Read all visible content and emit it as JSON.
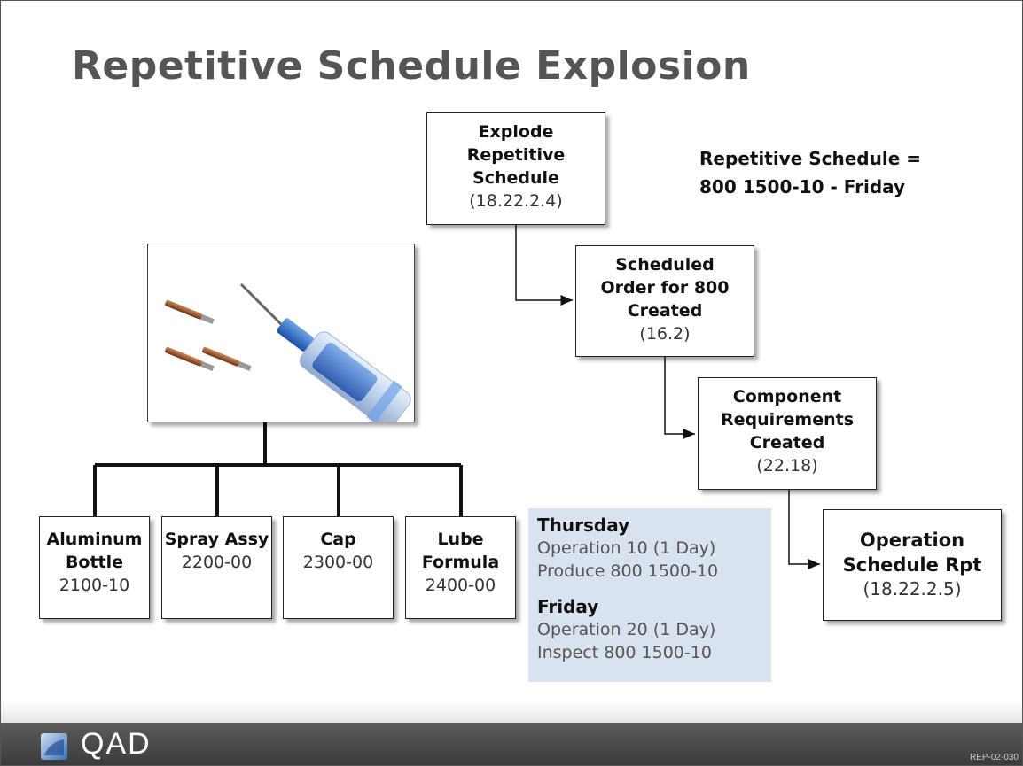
{
  "title": "Repetitive Schedule Explosion",
  "explode": {
    "l1": "Explode",
    "l2": "Repetitive",
    "l3": "Schedule",
    "code": "(18.22.2.4)"
  },
  "scheduled": {
    "l1": "Scheduled",
    "l2": "Order for 800",
    "l3": "Created",
    "code": "(16.2)"
  },
  "component": {
    "l1": "Component",
    "l2": "Requirements",
    "l3": "Created",
    "code": "(22.18)"
  },
  "operation": {
    "l1": "Operation",
    "l2": "Schedule Rpt",
    "code": "(18.22.2.5)"
  },
  "note": {
    "line1": "Repetitive Schedule =",
    "line2": "800 1500-10 - Friday"
  },
  "components": [
    {
      "l1": "Aluminum",
      "l2": "Bottle",
      "code": "2100-10"
    },
    {
      "l1": "Spray Assy",
      "code": "2200-00"
    },
    {
      "l1": "Cap",
      "code": "2300-00"
    },
    {
      "l1": "Lube",
      "l2": "Formula",
      "code": "2400-00"
    }
  ],
  "schedule": {
    "day1": "Thursday",
    "day1_l1": "Operation 10 (1 Day)",
    "day1_l2": "Produce 800 1500-10",
    "day2": "Friday",
    "day2_l1": "Operation 20 (1 Day)",
    "day2_l2": "Inspect 800 1500-10"
  },
  "footer": {
    "logo": "QAD",
    "code": "REP-02-030"
  },
  "colors": {
    "title": "#555555",
    "schedule_bg": "#d9e2ef",
    "footer": "#4a4a4a"
  }
}
